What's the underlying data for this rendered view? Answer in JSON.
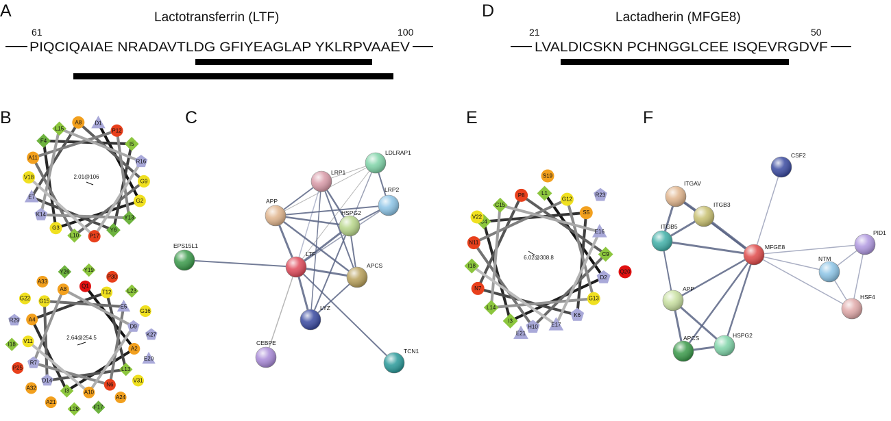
{
  "panels": {
    "A": "A",
    "B": "B",
    "C": "C",
    "D": "D",
    "E": "E",
    "F": "F"
  },
  "ltf": {
    "title": "Lactotransferrin (LTF)",
    "start": "61",
    "end": "100",
    "sequence": "PIQCIQAIAE NRADAVTLDG GFIYEAGLAP YKLRPVAAEV"
  },
  "mfge8": {
    "title": "Lactadherin (MFGE8)",
    "start": "21",
    "end": "50",
    "sequence": "LVALDICSKN PCHNGGLCEE ISQEVRGDVF"
  },
  "colors": {
    "orange": "#f2a01e",
    "yellow": "#f0e020",
    "red": "#e8401c",
    "bright_red": "#e01010",
    "green": "#8cc63e",
    "dark_green": "#6db33f",
    "lavender": "#a9a9d9",
    "edge": "#5a6585"
  },
  "wheels": {
    "b1": {
      "moment": "2.01@106",
      "residues": [
        {
          "label": "D1",
          "shape": "triangle",
          "color": "lavender"
        },
        {
          "label": "P12",
          "shape": "circle",
          "color": "red"
        },
        {
          "label": "I5",
          "shape": "diamond",
          "color": "green"
        },
        {
          "label": "R16",
          "shape": "pentagon",
          "color": "lavender"
        },
        {
          "label": "G9",
          "shape": "circle",
          "color": "yellow"
        },
        {
          "label": "G2",
          "shape": "circle",
          "color": "yellow"
        },
        {
          "label": "Y13",
          "shape": "diamond",
          "color": "dark_green"
        },
        {
          "label": "Y6",
          "shape": "diamond",
          "color": "dark_green"
        },
        {
          "label": "P17",
          "shape": "circle",
          "color": "red"
        },
        {
          "label": "L10",
          "shape": "diamond",
          "color": "green"
        },
        {
          "label": "G3",
          "shape": "circle",
          "color": "yellow"
        },
        {
          "label": "K14",
          "shape": "pentagon",
          "color": "lavender"
        },
        {
          "label": "E7",
          "shape": "triangle",
          "color": "lavender"
        },
        {
          "label": "V18",
          "shape": "circle",
          "color": "yellow"
        },
        {
          "label": "A11",
          "shape": "circle",
          "color": "orange"
        },
        {
          "label": "F4",
          "shape": "diamond",
          "color": "dark_green"
        },
        {
          "label": "L15",
          "shape": "diamond",
          "color": "green"
        },
        {
          "label": "A8",
          "shape": "circle",
          "color": "orange"
        }
      ]
    },
    "b2": {
      "moment": "2.64@254.5",
      "outer": [
        {
          "label": "Y26",
          "shape": "diamond",
          "color": "dark_green"
        },
        {
          "label": "Y19",
          "shape": "diamond",
          "color": "green"
        },
        {
          "label": "P30",
          "shape": "circle",
          "color": "red"
        },
        {
          "label": "L23",
          "shape": "diamond",
          "color": "green"
        },
        {
          "label": "G16",
          "shape": "circle",
          "color": "yellow"
        },
        {
          "label": "K27",
          "shape": "pentagon",
          "color": "lavender"
        },
        {
          "label": "E20",
          "shape": "triangle",
          "color": "lavender"
        },
        {
          "label": "V31",
          "shape": "circle",
          "color": "yellow"
        },
        {
          "label": "A24",
          "shape": "circle",
          "color": "orange"
        },
        {
          "label": "F17",
          "shape": "diamond",
          "color": "dark_green"
        },
        {
          "label": "L28",
          "shape": "diamond",
          "color": "green"
        },
        {
          "label": "A21",
          "shape": "circle",
          "color": "orange"
        },
        {
          "label": "A32",
          "shape": "circle",
          "color": "orange"
        },
        {
          "label": "P25",
          "shape": "circle",
          "color": "red"
        },
        {
          "label": "I18",
          "shape": "diamond",
          "color": "green"
        },
        {
          "label": "R29",
          "shape": "pentagon",
          "color": "lavender"
        },
        {
          "label": "G22",
          "shape": "circle",
          "color": "yellow"
        },
        {
          "label": "A33",
          "shape": "circle",
          "color": "orange"
        }
      ],
      "inner": [
        {
          "label": "Q1",
          "shape": "circle",
          "color": "bright_red"
        },
        {
          "label": "T12",
          "shape": "circle",
          "color": "yellow"
        },
        {
          "label": "E5",
          "shape": "triangle",
          "color": "lavender"
        },
        {
          "label": "D9",
          "shape": "pentagon",
          "color": "lavender"
        },
        {
          "label": "A2",
          "shape": "circle",
          "color": "orange"
        },
        {
          "label": "L13",
          "shape": "diamond",
          "color": "green"
        },
        {
          "label": "N6",
          "shape": "circle",
          "color": "red"
        },
        {
          "label": "A10",
          "shape": "circle",
          "color": "orange"
        },
        {
          "label": "I3",
          "shape": "diamond",
          "color": "green"
        },
        {
          "label": "D14",
          "shape": "pentagon",
          "color": "lavender"
        },
        {
          "label": "R7",
          "shape": "pentagon",
          "color": "lavender"
        },
        {
          "label": "V11",
          "shape": "circle",
          "color": "yellow"
        },
        {
          "label": "A4",
          "shape": "circle",
          "color": "orange"
        },
        {
          "label": "G15",
          "shape": "circle",
          "color": "yellow"
        },
        {
          "label": "A8",
          "shape": "circle",
          "color": "orange"
        }
      ]
    },
    "e": {
      "moment": "6.02@308.8",
      "residues": [
        {
          "label": "L1",
          "shape": "diamond",
          "color": "green"
        },
        {
          "label": "G12",
          "shape": "circle",
          "color": "yellow"
        },
        {
          "label": "S5",
          "shape": "circle",
          "color": "orange"
        },
        {
          "label": "E16",
          "shape": "triangle",
          "color": "lavender"
        },
        {
          "label": "C9",
          "shape": "diamond",
          "color": "green"
        },
        {
          "label": "D2",
          "shape": "pentagon",
          "color": "lavender"
        },
        {
          "label": "G13",
          "shape": "circle",
          "color": "yellow"
        },
        {
          "label": "K6",
          "shape": "pentagon",
          "color": "lavender"
        },
        {
          "label": "E17",
          "shape": "triangle",
          "color": "lavender"
        },
        {
          "label": "H10",
          "shape": "pentagon",
          "color": "lavender"
        },
        {
          "label": "I3",
          "shape": "diamond",
          "color": "green"
        },
        {
          "label": "L14",
          "shape": "diamond",
          "color": "green"
        },
        {
          "label": "N7",
          "shape": "circle",
          "color": "red"
        },
        {
          "label": "I18",
          "shape": "diamond",
          "color": "green"
        },
        {
          "label": "N11",
          "shape": "circle",
          "color": "red"
        },
        {
          "label": "C4",
          "shape": "diamond",
          "color": "green"
        },
        {
          "label": "C15",
          "shape": "diamond",
          "color": "green"
        },
        {
          "label": "P8",
          "shape": "circle",
          "color": "red"
        }
      ],
      "extras": [
        {
          "label": "S19",
          "shape": "circle",
          "color": "orange"
        },
        {
          "label": "R23",
          "shape": "pentagon",
          "color": "lavender"
        },
        {
          "label": "V22",
          "shape": "circle",
          "color": "yellow"
        },
        {
          "label": "Q20",
          "shape": "circle",
          "color": "bright_red"
        },
        {
          "label": "E21",
          "shape": "triangle",
          "color": "lavender"
        }
      ]
    }
  },
  "network_c": {
    "nodes": [
      {
        "id": "LDLRAP1",
        "color": "#7fd4a8"
      },
      {
        "id": "LRP1",
        "color": "#d99aa8"
      },
      {
        "id": "LRP2",
        "color": "#8cc4e6"
      },
      {
        "id": "APP",
        "color": "#e0b48c"
      },
      {
        "id": "HSPG2",
        "color": "#b8d68a"
      },
      {
        "id": "EPS15L1",
        "color": "#3a9a4a"
      },
      {
        "id": "LTF",
        "color": "#e04a5a"
      },
      {
        "id": "APCS",
        "color": "#b8a05a"
      },
      {
        "id": "LYZ",
        "color": "#3a4aa0"
      },
      {
        "id": "CEBPE",
        "color": "#a98ad8"
      },
      {
        "id": "TCN1",
        "color": "#2a9a9a"
      }
    ]
  },
  "network_f": {
    "nodes": [
      {
        "id": "CSF2",
        "color": "#3a4aa0"
      },
      {
        "id": "ITGAV",
        "color": "#e0b48c"
      },
      {
        "id": "ITGB3",
        "color": "#c8c070"
      },
      {
        "id": "ITGB5",
        "color": "#40b0a8"
      },
      {
        "id": "MFGE8",
        "color": "#e04a4a"
      },
      {
        "id": "PID1",
        "color": "#b098e0"
      },
      {
        "id": "NTM",
        "color": "#8cc4e6"
      },
      {
        "id": "HSF4",
        "color": "#e0a8a8"
      },
      {
        "id": "APP",
        "color": "#c8e0a0"
      },
      {
        "id": "APCS",
        "color": "#3a9a4a"
      },
      {
        "id": "HSPG2",
        "color": "#7fd4a8"
      }
    ]
  }
}
